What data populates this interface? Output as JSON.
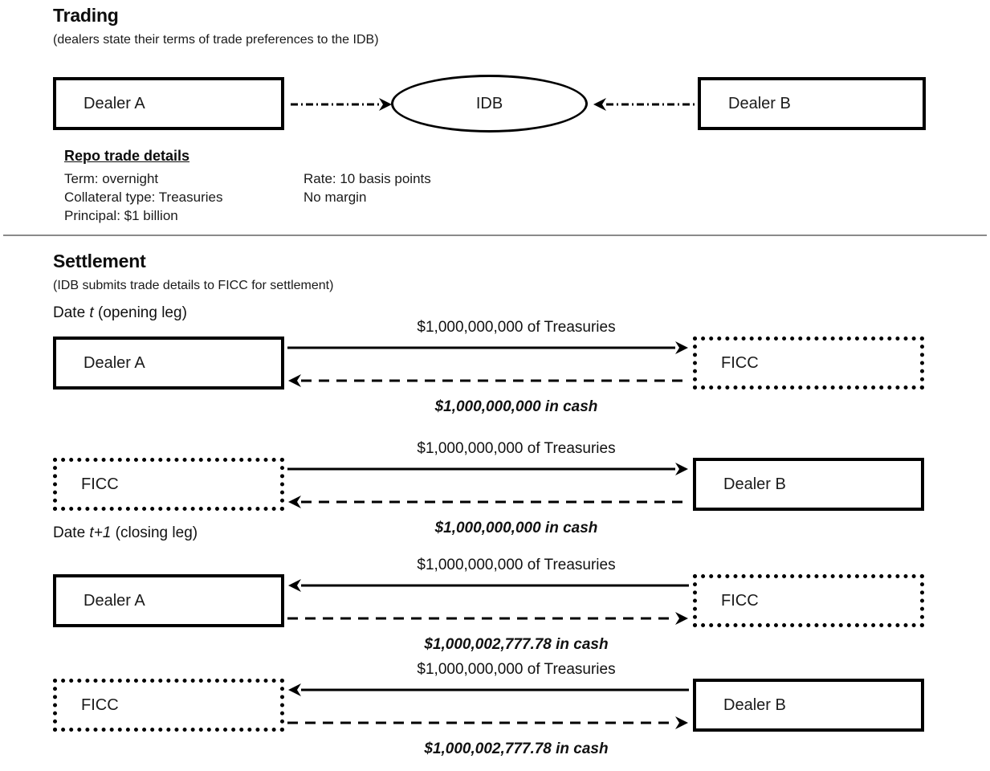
{
  "trading": {
    "title": "Trading",
    "subtitle": "(dealers state their terms of trade preferences to the IDB)",
    "dealer_a": "Dealer A",
    "idb": "IDB",
    "dealer_b": "Dealer B",
    "details": {
      "heading": "Repo trade details",
      "left_lines": [
        "Term: overnight",
        "Collateral type: Treasuries",
        "Principal: $1 billion"
      ],
      "right_lines": [
        "Rate: 10 basis points",
        "No margin"
      ]
    }
  },
  "settlement": {
    "title": "Settlement",
    "subtitle": "(IDB submits trade details to FICC for settlement)",
    "opening_leg_label": "Date t (opening leg)",
    "opening_leg_prefix": "Date ",
    "opening_leg_italic": "t",
    "opening_leg_suffix": " (opening leg)",
    "closing_leg_prefix": "Date ",
    "closing_leg_italic": "t+1",
    "closing_leg_suffix": " (closing leg)",
    "rows": [
      {
        "left_node": "Dealer A",
        "left_style": "solid",
        "right_node": "FICC",
        "right_style": "dotted",
        "top_label": "$1,000,000,000 of Treasuries",
        "bottom_label": "$1,000,000,000 in cash",
        "top_direction": "right",
        "bottom_direction": "left"
      },
      {
        "left_node": "FICC",
        "left_style": "dotted",
        "right_node": "Dealer B",
        "right_style": "solid",
        "top_label": "$1,000,000,000 of Treasuries",
        "bottom_label": "$1,000,000,000 in cash",
        "top_direction": "right",
        "bottom_direction": "left"
      },
      {
        "left_node": "Dealer A",
        "left_style": "solid",
        "right_node": "FICC",
        "right_style": "dotted",
        "top_label": "$1,000,000,000 of Treasuries",
        "bottom_label": "$1,000,002,777.78 in cash",
        "top_direction": "left",
        "bottom_direction": "right"
      },
      {
        "left_node": "FICC",
        "left_style": "dotted",
        "right_node": "Dealer B",
        "right_style": "solid",
        "top_label": "$1,000,000,000 of Treasuries",
        "bottom_label": "$1,000,002,777.78 in cash",
        "top_direction": "left",
        "bottom_direction": "right"
      }
    ]
  }
}
